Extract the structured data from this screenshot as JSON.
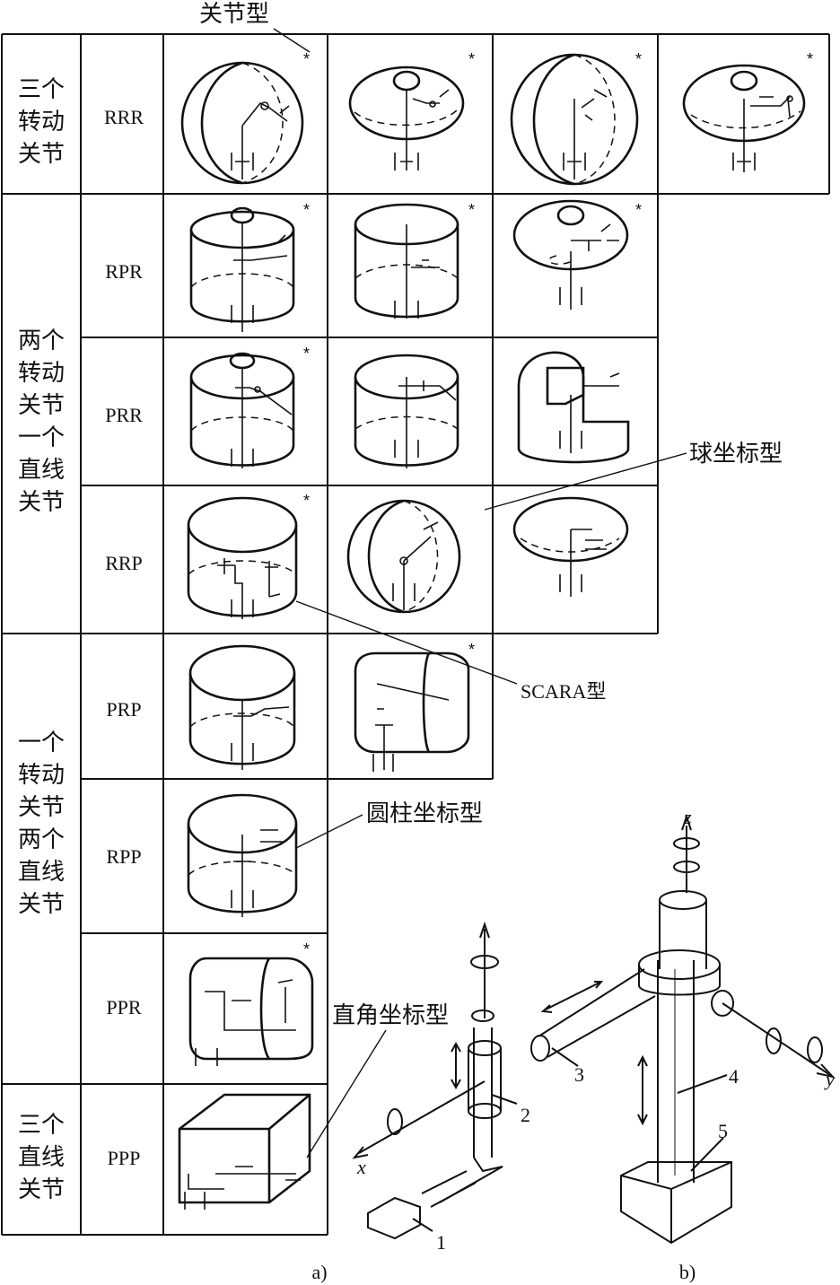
{
  "callouts": {
    "joint_type": "关节型",
    "spherical": "球坐标型",
    "scara": "SCARA型",
    "cylindrical": "圆柱坐标型",
    "cartesian": "直角坐标型"
  },
  "groups": [
    {
      "lines": [
        "三个",
        "转动",
        "关节"
      ]
    },
    {
      "lines": [
        "两个",
        "转动",
        "关节",
        "一个",
        "直线",
        "关节"
      ]
    },
    {
      "lines": [
        "一个",
        "转动",
        "关节",
        "两个",
        "直线",
        "关节"
      ]
    },
    {
      "lines": [
        "三个",
        "直线",
        "关节"
      ]
    }
  ],
  "rows": [
    "RRR",
    "RPR",
    "PRR",
    "RRP",
    "PRP",
    "RPP",
    "PPR",
    "PPP"
  ],
  "star_symbol": "*",
  "robot": {
    "axes": {
      "z": "z",
      "x": "x",
      "y": "y"
    },
    "parts": [
      "1",
      "2",
      "3",
      "4",
      "5"
    ]
  },
  "captions": {
    "a": "a)",
    "b": "b)"
  }
}
